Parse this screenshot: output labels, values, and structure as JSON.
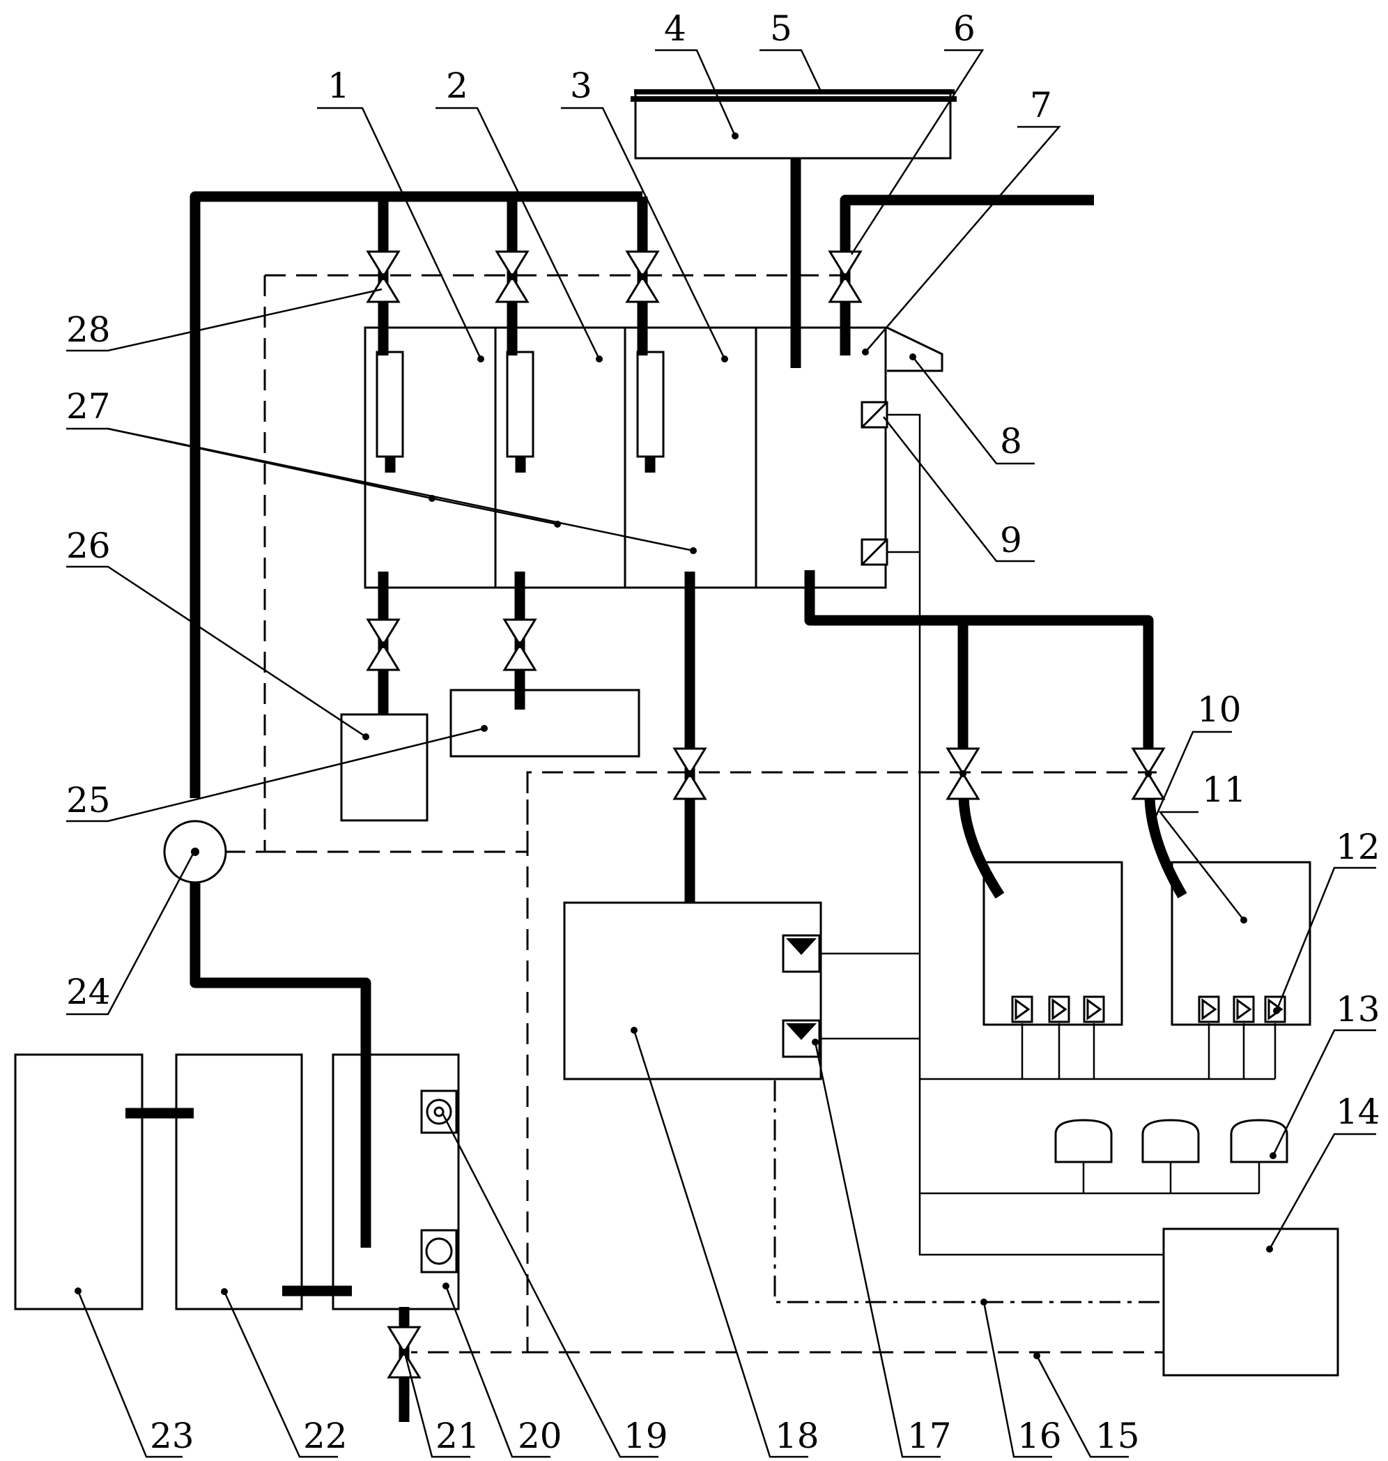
{
  "labels": {
    "l1": "1",
    "l2": "2",
    "l3": "3",
    "l4": "4",
    "l5": "5",
    "l6": "6",
    "l7": "7",
    "l8": "8",
    "l9": "9",
    "l10": "10",
    "l11": "11",
    "l12": "12",
    "l13": "13",
    "l14": "14",
    "l15": "15",
    "l16": "16",
    "l17": "17",
    "l18": "18",
    "l19": "19",
    "l20": "20",
    "l21": "21",
    "l22": "22",
    "l23": "23",
    "l24": "24",
    "l25": "25",
    "l26": "26",
    "l27": "27",
    "l28": "28"
  },
  "colors": {
    "line": "#000000",
    "background": "#ffffff"
  },
  "icons": {
    "valve": "bowtie-valve-icon",
    "pump": "circle-pump-icon",
    "sensor_square": "diagonal-sensor-icon",
    "sensor_triangle": "triangle-sensor-icon",
    "lamp": "dome-lamp-icon"
  }
}
